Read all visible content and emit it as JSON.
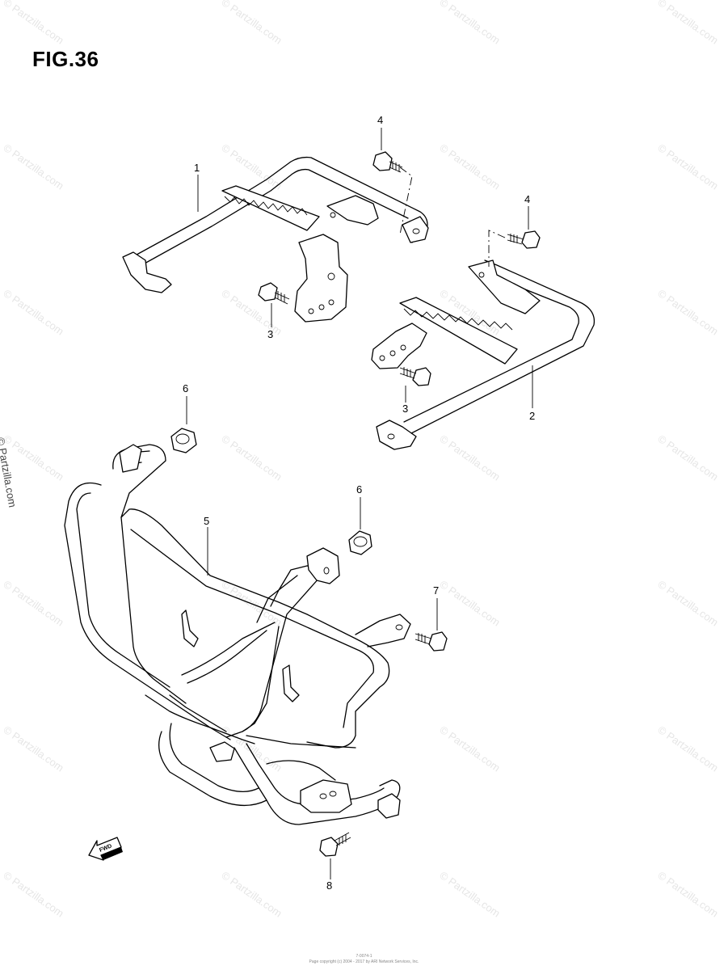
{
  "figure": {
    "title": "FIG.36",
    "watermark": "© Partzilla.com",
    "footer_code": "7-0074-1",
    "footer_copyright": "Page copyright (c) 2004 - 2017 by ARI Network Services, Inc.",
    "fwd_label": "FWD"
  },
  "callouts": [
    {
      "id": "1",
      "label": "1"
    },
    {
      "id": "2",
      "label": "2"
    },
    {
      "id": "3a",
      "label": "3"
    },
    {
      "id": "3b",
      "label": "3"
    },
    {
      "id": "4a",
      "label": "4"
    },
    {
      "id": "4b",
      "label": "4"
    },
    {
      "id": "5",
      "label": "5"
    },
    {
      "id": "6a",
      "label": "6"
    },
    {
      "id": "6b",
      "label": "6"
    },
    {
      "id": "7",
      "label": "7"
    },
    {
      "id": "8",
      "label": "8"
    }
  ],
  "colors": {
    "line": "#000000",
    "watermark": "#e6e6e6",
    "background": "#ffffff"
  }
}
